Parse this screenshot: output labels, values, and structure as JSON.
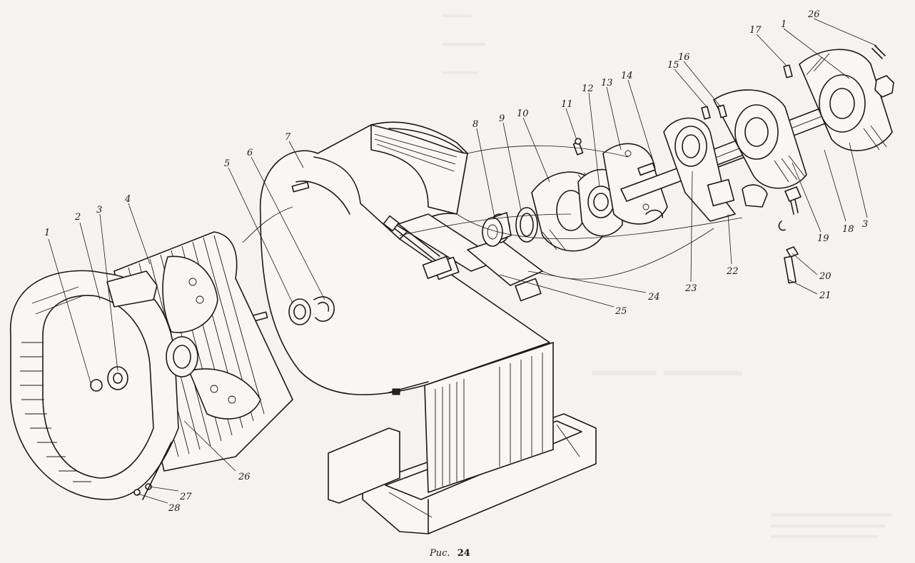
{
  "caption": {
    "prefix": "Рис.",
    "number": "24"
  },
  "labels": {
    "l1": "1",
    "l2": "2",
    "l3": "3",
    "l4": "4",
    "l5": "5",
    "l6": "6",
    "l7": "7",
    "l8": "8",
    "l9": "9",
    "l10": "10",
    "l11": "11",
    "l12": "12",
    "l13": "13",
    "l14": "14",
    "l15": "15",
    "l16": "16",
    "l17": "17",
    "l18": "18",
    "l19": "19",
    "l20": "20",
    "l21": "21",
    "l22": "22",
    "l23": "23",
    "l24": "24",
    "l25": "25",
    "l26": "26",
    "l27": "27",
    "l28": "28",
    "l1b": "1",
    "l3b": "3",
    "l26b": "26"
  }
}
